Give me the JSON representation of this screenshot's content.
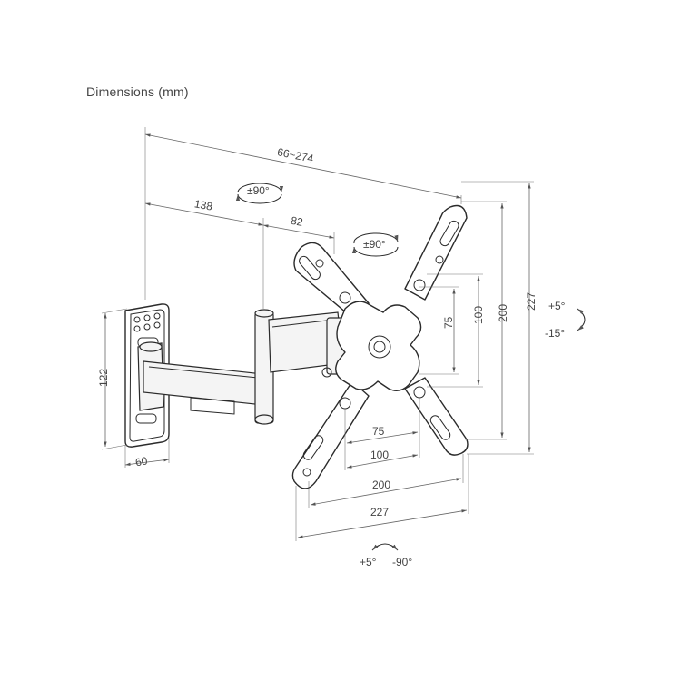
{
  "title": "Dimensions (mm)",
  "dimensions": {
    "reach_total": "66~274",
    "arm_length_1": "138",
    "arm_length_2": "82",
    "wall_plate_height": "122",
    "wall_plate_width": "60",
    "vesa_h_75": "75",
    "vesa_h_100": "100",
    "vesa_h_200": "200",
    "vesa_h_227": "227",
    "vesa_v_75": "75",
    "vesa_v_100": "100",
    "vesa_v_200": "200",
    "vesa_v_227": "227"
  },
  "rotations": {
    "arm_rotation": "±90°",
    "head_rotation": "±90°",
    "tilt_up": "+5°",
    "tilt_down": "-15°",
    "swivel_left": "+5°",
    "swivel_right": "-90°"
  }
}
